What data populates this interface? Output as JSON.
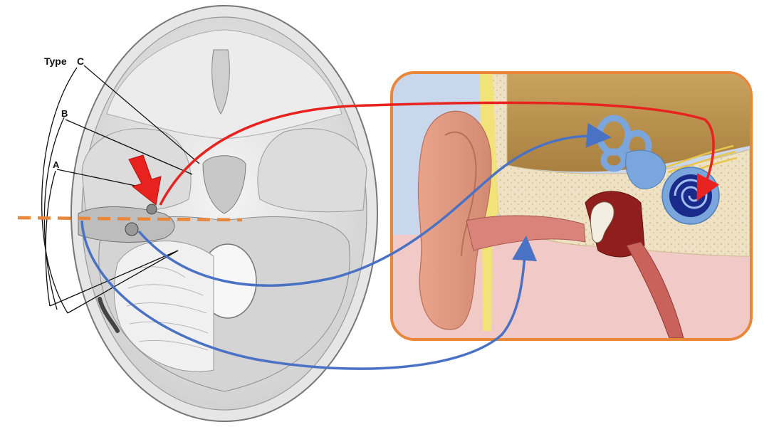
{
  "labels": {
    "type": "Type",
    "c": "C",
    "b": "B",
    "a": "A"
  },
  "colors": {
    "red_arrow": "#e8231f",
    "blue_arrow": "#4a72c4",
    "orange_frame": "#e8863a",
    "dashed_plane": "#e8863a",
    "bone": "#d9d9d9",
    "inner_ear": "#7aa6dd",
    "cochlea_core": "#1a2a8a"
  },
  "icons": {
    "arrow_indicator": "red-block-arrow-icon",
    "skull": "skull-base-illustration",
    "ear": "ear-anatomy-illustration"
  }
}
